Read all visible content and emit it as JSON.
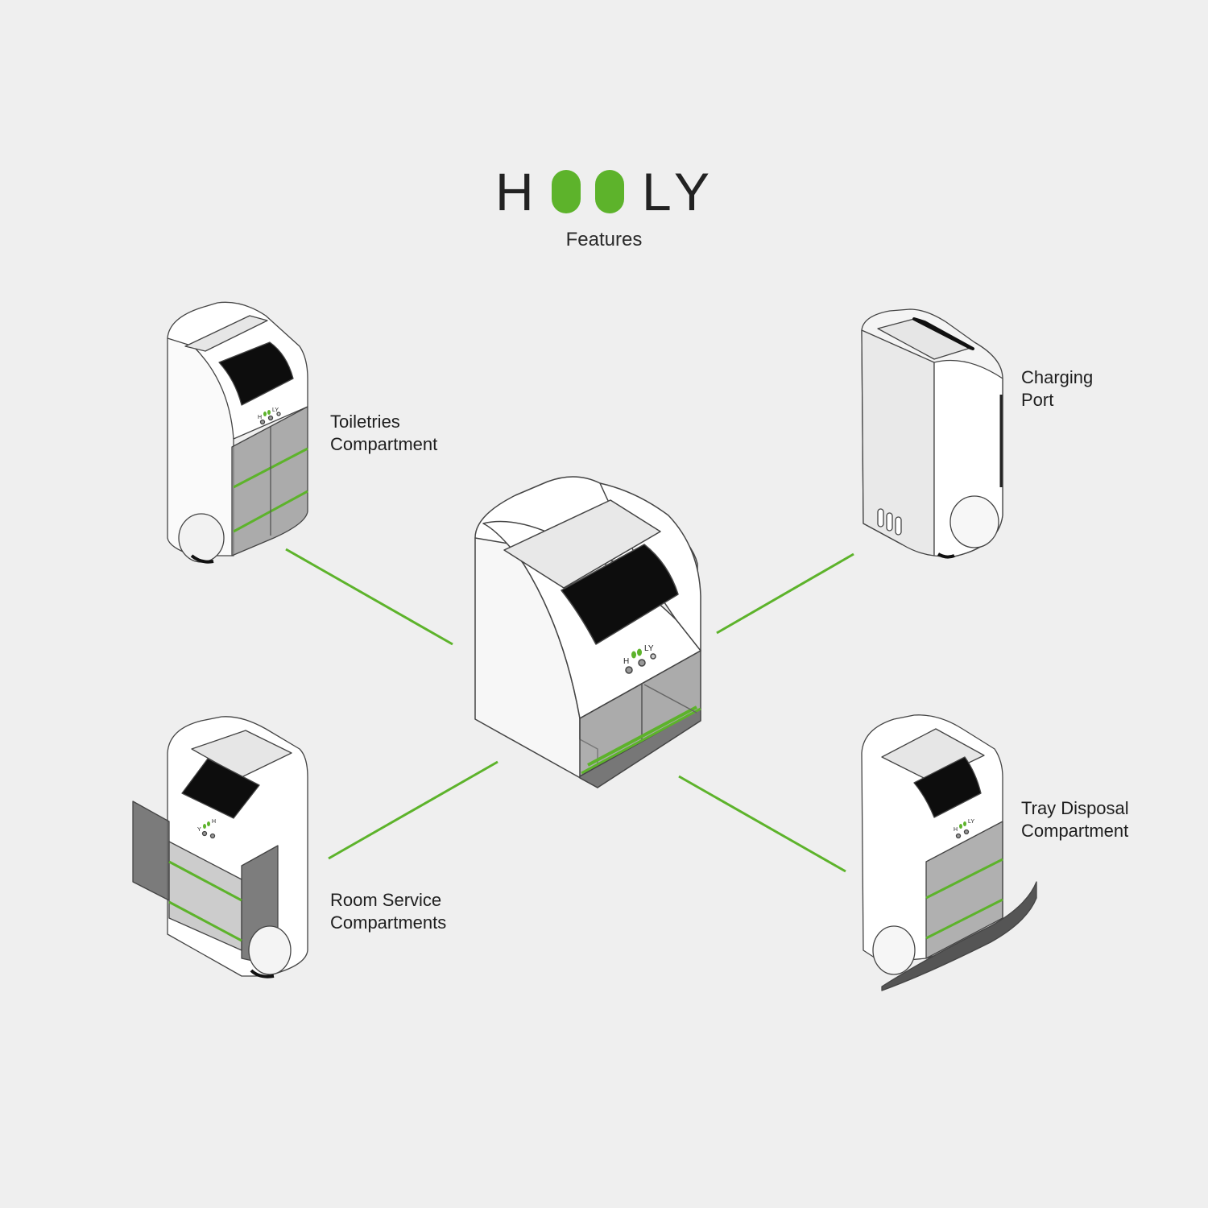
{
  "brand": {
    "letters": [
      "H",
      "L",
      "Y"
    ],
    "accent_color": "#5db32b",
    "subtitle": "Features"
  },
  "features": [
    {
      "id": "toiletries",
      "line1": "Toiletries",
      "line2": "Compartment"
    },
    {
      "id": "charging",
      "line1": "Charging",
      "line2": "Port"
    },
    {
      "id": "room-service",
      "line1": "Room Service",
      "line2": "Compartments"
    },
    {
      "id": "tray-disposal",
      "line1": "Tray Disposal",
      "line2": "Compartment"
    }
  ],
  "colors": {
    "background": "#efefef",
    "body": "#ffffff",
    "screen": "#111111",
    "glass": "#8a8a8a",
    "accent": "#5db32b"
  }
}
